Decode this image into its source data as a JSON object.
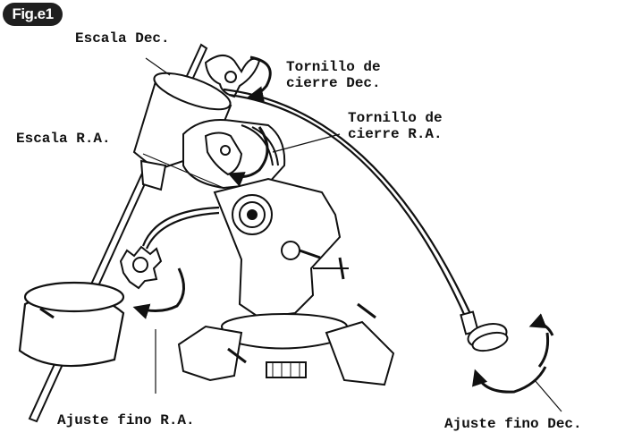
{
  "figure": {
    "tag": "Fig.e1"
  },
  "labels": {
    "escala_dec": "Escala Dec.",
    "tornillo_dec_line1": "Tornillo de",
    "tornillo_dec_line2": "cierre Dec.",
    "tornillo_ra_line1": "Tornillo de",
    "tornillo_ra_line2": "cierre R.A.",
    "escala_ra": "Escala R.A.",
    "ajuste_ra": "Ajuste fino R.A.",
    "ajuste_dec": "Ajuste fino Dec."
  },
  "colors": {
    "ink": "#111111",
    "badge": "#1f1f1f",
    "paper": "#ffffff"
  }
}
